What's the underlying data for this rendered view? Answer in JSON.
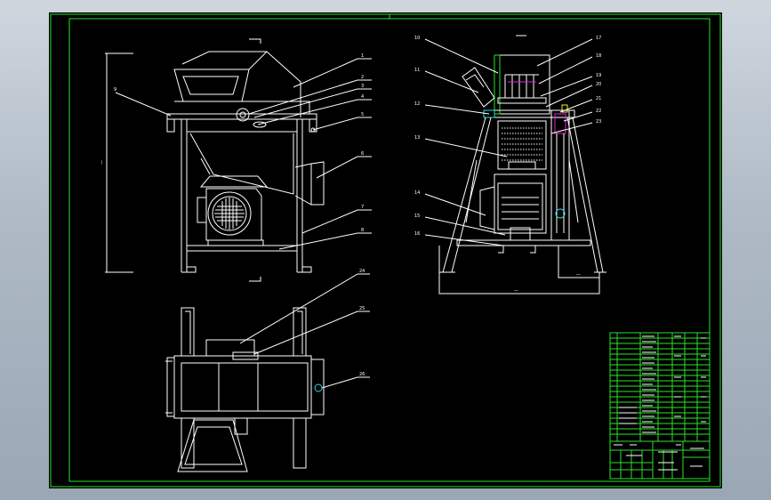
{
  "colors": {
    "background": "#000000",
    "frame_green": "#28e428",
    "line_white": "#ffffff",
    "accent_magenta": "#e020e0",
    "accent_cyan": "#30d8e0",
    "accent_yellow": "#f0f020",
    "window_gray": "#aeb9c5"
  },
  "views": {
    "front": {
      "callouts": [
        "1",
        "2",
        "3",
        "4",
        "5",
        "6",
        "7",
        "8",
        "9"
      ]
    },
    "side": {
      "callouts": [
        "10",
        "11",
        "12",
        "13",
        "14",
        "15",
        "16",
        "17",
        "18",
        "19",
        "20",
        "21",
        "22",
        "23"
      ]
    },
    "top": {
      "callouts": [
        "24",
        "25",
        "26"
      ]
    }
  }
}
